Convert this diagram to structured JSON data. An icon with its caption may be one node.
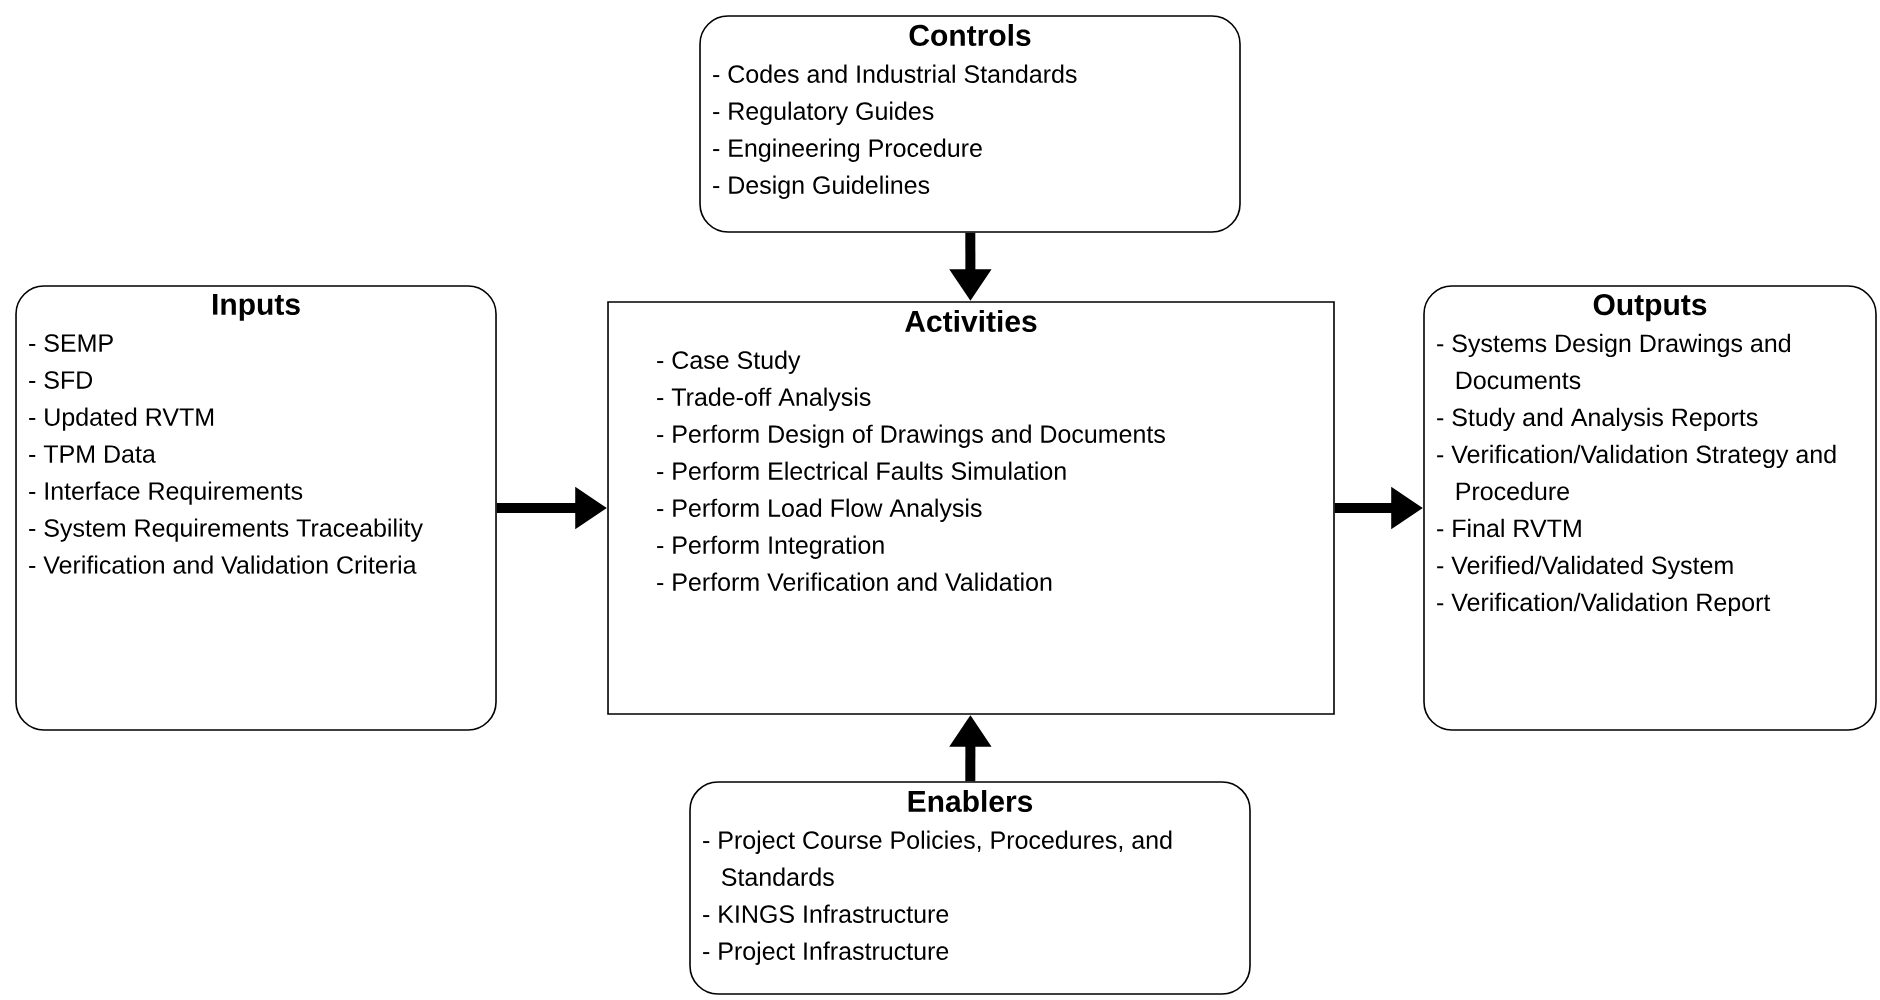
{
  "diagram": {
    "nodes": [
      {
        "text": [
          "Controls",
          "- Codes and Industrial Standards",
          "- Regulatory Guides",
          "- Engineering Procedure",
          "- Design Guidelines"
        ]
      },
      {
        "text": [
          "Inputs",
          "- SEMP",
          "- SFD",
          "- Updated RVTM",
          "- TPM Data",
          "- Interface Requirements",
          "- System Requirements Traceability",
          "- Verification and Validation Criteria"
        ]
      },
      {
        "text": [
          "Activities",
          "- Case Study",
          "- Trade-off Analysis",
          "- Perform Design of Drawings and Documents",
          "- Perform Electrical Faults Simulation",
          "- Perform Load Flow Analysis",
          "- Perform Integration",
          "- Perform Verification and Validation"
        ]
      },
      {
        "text": [
          "Outputs",
          "- Systems Design Drawings and Documents",
          "- Study and Analysis Reports",
          "- Verification/Validation Strategy and Procedure",
          "- Final RVTM",
          "- Verified/Validated System",
          "- Verification/Validation Report"
        ]
      },
      {
        "text": [
          "Enablers",
          "- Project Course Policies, Procedures, and Standards",
          "- KINGS Infrastructure",
          "- Project Infrastructure"
        ]
      }
    ],
    "edges": [
      {
        "from": 0,
        "to": 2,
        "arrow": "to"
      },
      {
        "from": 1,
        "to": 2,
        "arrow": "to"
      },
      {
        "from": 2,
        "to": 3,
        "arrow": "to"
      },
      {
        "from": 4,
        "to": 2,
        "arrow": "to"
      }
    ]
  }
}
